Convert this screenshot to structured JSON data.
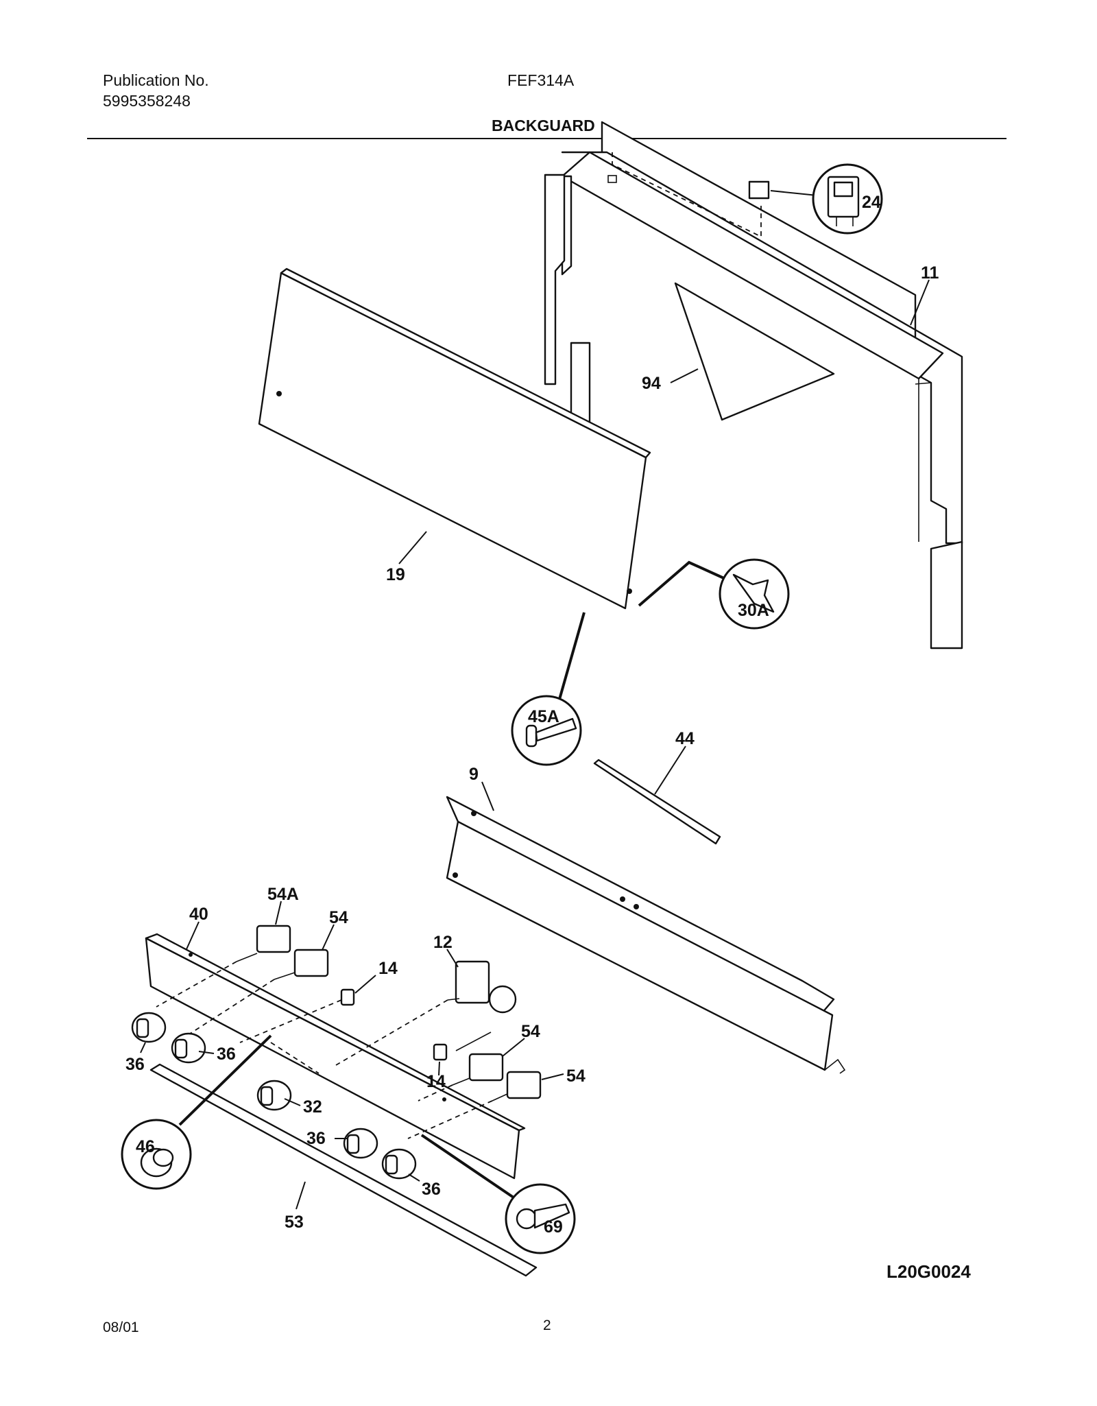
{
  "header": {
    "publication_label": "Publication No.",
    "publication_number": "5995358248",
    "model": "FEF314A",
    "section_title": "BACKGUARD"
  },
  "diagram": {
    "drawing_id": "L20G0024",
    "callouts": {
      "c24": "24",
      "c11": "11",
      "c94": "94",
      "c19": "19",
      "c30a": "30A",
      "c45a": "45A",
      "c44": "44",
      "c9": "9",
      "c54a": "54A",
      "c40": "40",
      "c54_top": "54",
      "c14_top": "14",
      "c12": "12",
      "c36_left": "36",
      "c36_mid": "36",
      "c14_mid": "14",
      "c54_mid": "54",
      "c54_low": "54",
      "c32": "32",
      "c36_center": "36",
      "c46": "46",
      "c36_right": "36",
      "c53": "53",
      "c69": "69"
    }
  },
  "footer": {
    "date": "08/01",
    "page": "2"
  }
}
